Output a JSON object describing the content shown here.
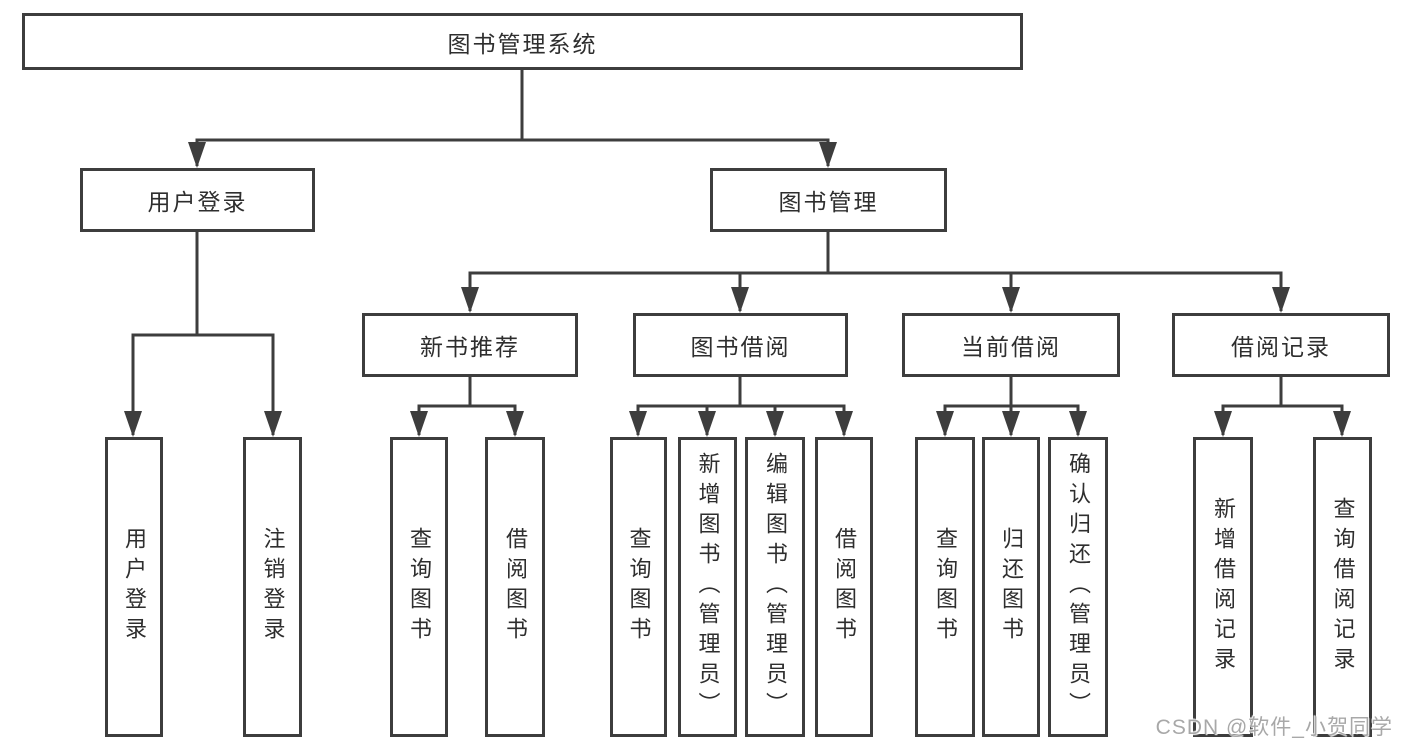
{
  "diagram": {
    "title": "图书管理系统",
    "branches": {
      "user_login": {
        "label": "用户登录",
        "children": [
          "用户登录",
          "注销登录"
        ]
      },
      "book_management": {
        "label": "图书管理",
        "sections": [
          {
            "label": "新书推荐",
            "children": [
              "查询图书",
              "借阅图书"
            ]
          },
          {
            "label": "图书借阅",
            "children": [
              "查询图书",
              "新增图书（管理员）",
              "编辑图书（管理员）",
              "借阅图书"
            ]
          },
          {
            "label": "当前借阅",
            "children": [
              "查询图书",
              "归还图书",
              "确认归还（管理员）"
            ]
          },
          {
            "label": "借阅记录",
            "children": [
              "新增借阅记录",
              "查询借阅记录"
            ]
          }
        ]
      }
    }
  },
  "watermark": {
    "text": "CSDN @软件_小贺同学"
  },
  "colors": {
    "line": "#3d3d3d",
    "box_border": "#3d3d3d",
    "text": "#2e2e2e",
    "watermark": "#a8a8a8",
    "background": "#ffffff"
  }
}
